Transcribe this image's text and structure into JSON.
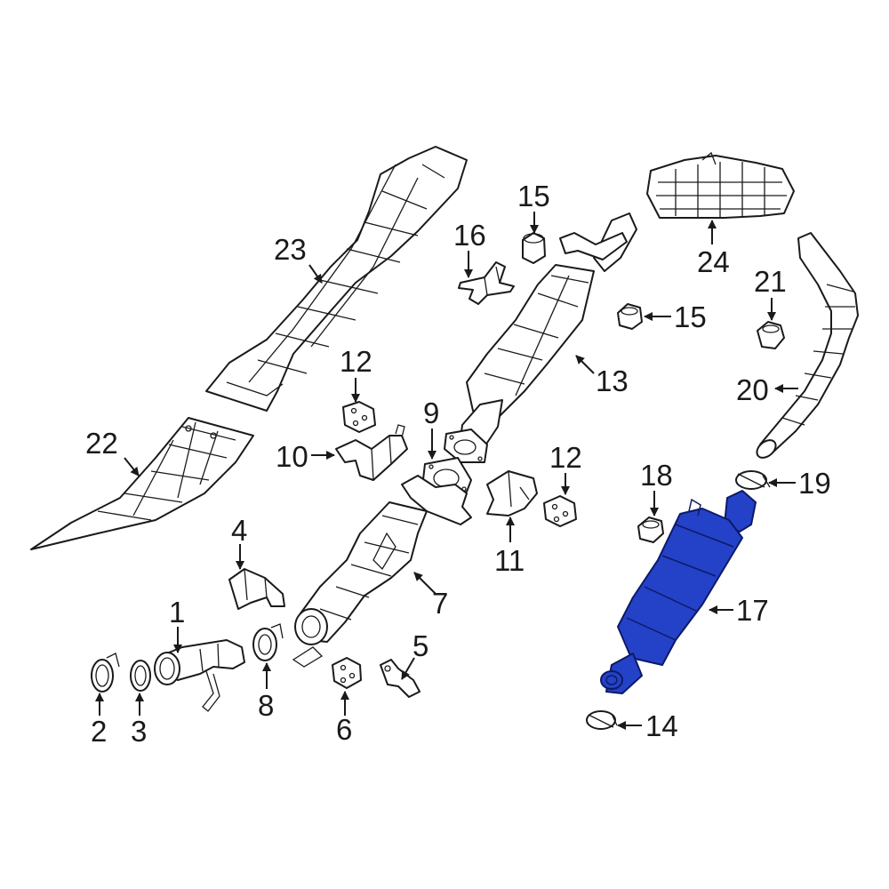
{
  "highlight_color": "#2342c8",
  "callouts": [
    {
      "id": "c1",
      "text": "1"
    },
    {
      "id": "c2",
      "text": "2"
    },
    {
      "id": "c3",
      "text": "3"
    },
    {
      "id": "c4",
      "text": "4"
    },
    {
      "id": "c5",
      "text": "5"
    },
    {
      "id": "c6",
      "text": "6"
    },
    {
      "id": "c7",
      "text": "7"
    },
    {
      "id": "c8",
      "text": "8"
    },
    {
      "id": "c9",
      "text": "9"
    },
    {
      "id": "c10",
      "text": "10"
    },
    {
      "id": "c11",
      "text": "11"
    },
    {
      "id": "c12a",
      "text": "12"
    },
    {
      "id": "c12b",
      "text": "12"
    },
    {
      "id": "c13",
      "text": "13"
    },
    {
      "id": "c14",
      "text": "14"
    },
    {
      "id": "c15a",
      "text": "15"
    },
    {
      "id": "c15b",
      "text": "15"
    },
    {
      "id": "c16",
      "text": "16"
    },
    {
      "id": "c17",
      "text": "17"
    },
    {
      "id": "c18",
      "text": "18"
    },
    {
      "id": "c19",
      "text": "19"
    },
    {
      "id": "c20",
      "text": "20"
    },
    {
      "id": "c21",
      "text": "21"
    },
    {
      "id": "c22",
      "text": "22"
    },
    {
      "id": "c23",
      "text": "23"
    },
    {
      "id": "c24",
      "text": "24"
    }
  ]
}
